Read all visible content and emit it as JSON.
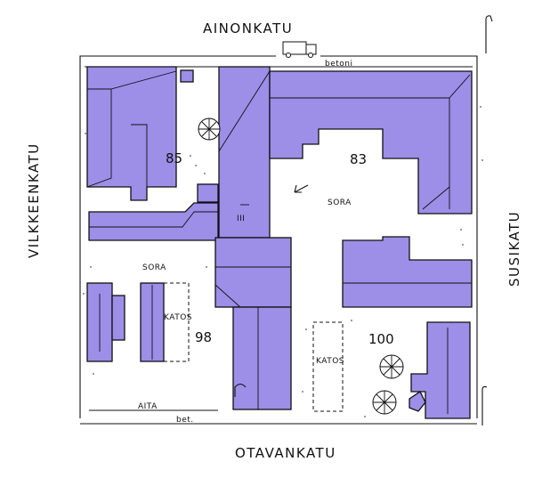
{
  "streets": {
    "north": "AINONKATU",
    "south": "OTAVANKATU",
    "west": "VILKKEENKATU",
    "east": "SUSIKATU"
  },
  "lots": {
    "lot_85": "85",
    "lot_83": "83",
    "lot_98": "98",
    "lot_100": "100"
  },
  "labels": {
    "betoni": "betoni",
    "sora_83": "SORA",
    "sora_98": "SORA",
    "katos_98": "KATOS",
    "katos_100": "KATOS",
    "aita": "AITA",
    "bet": "bet.",
    "roman_numeral": "III"
  },
  "colors": {
    "building": "#9d8ee8",
    "line": "#111111"
  },
  "icons": [
    "truck-icon",
    "tree-icon",
    "lamp-post-icon",
    "arrow-icon"
  ]
}
